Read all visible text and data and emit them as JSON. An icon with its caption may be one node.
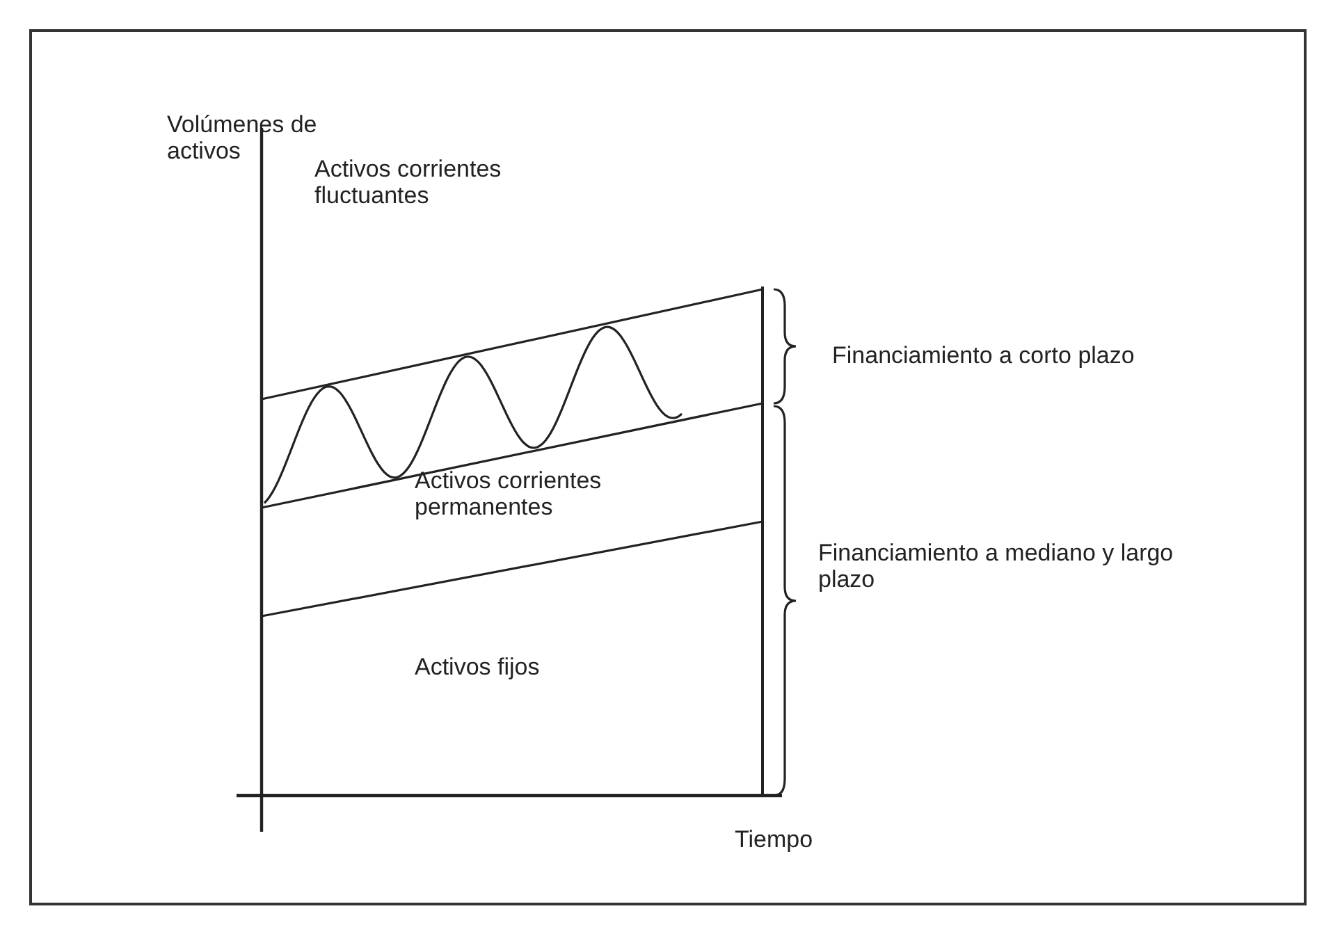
{
  "diagram": {
    "labels": [
      "Volúmenes de activos",
      "Activos corrientes fluctuantes",
      "Financiamiento a corto plazo",
      "Activos corrientes permanentes",
      "Financiamiento a mediano y largo plazo",
      "Activos fijos",
      "Tiempo"
    ]
  }
}
